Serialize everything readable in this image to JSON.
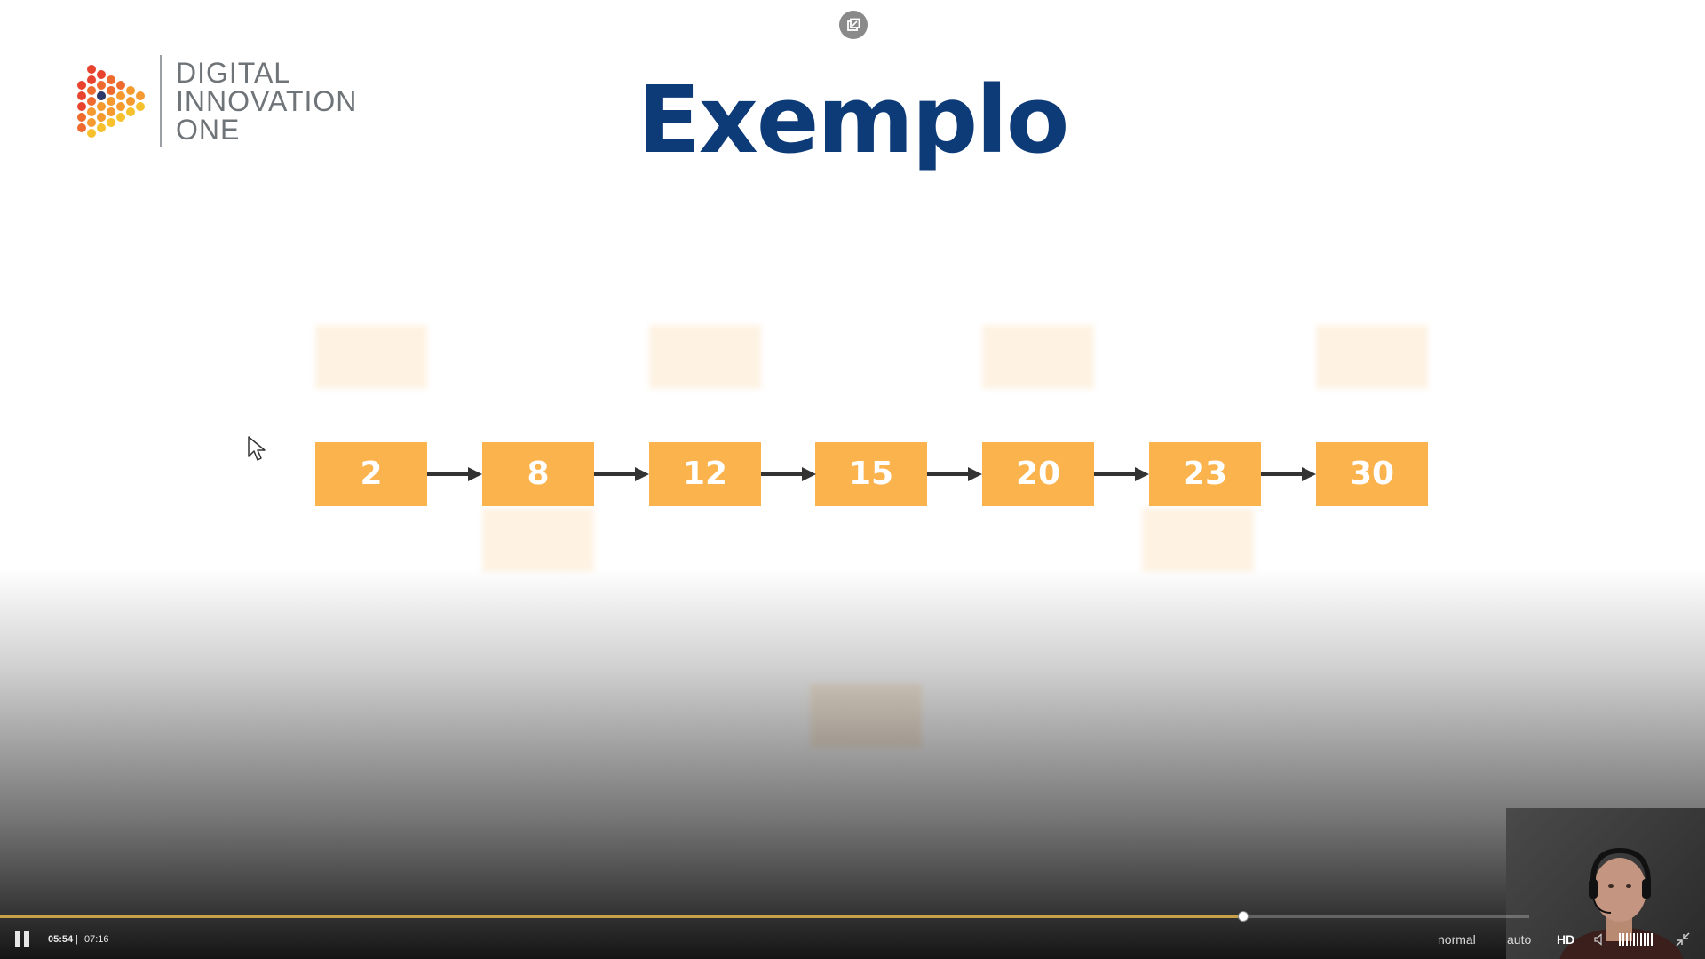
{
  "slide": {
    "logo": {
      "line1": "DIGITAL",
      "line2": "INNOVATION",
      "line3": "ONE"
    },
    "title": "Exemplo",
    "nodes": [
      "2",
      "8",
      "12",
      "15",
      "20",
      "23",
      "30"
    ],
    "node_color": "#fbb34e",
    "title_color": "#0d3b78"
  },
  "player": {
    "current_time": "05:54",
    "separator": "|",
    "total_time": "07:16",
    "progress_fraction": 0.813,
    "speed_label": "normal",
    "quality_mode": "auto",
    "hd_label": "HD",
    "accent_color": "#c8a04a",
    "icons": {
      "popout": "popout-icon",
      "play_pause": "pause-icon",
      "volume": "volume-icon",
      "fullscreen": "exit-fullscreen-icon"
    }
  }
}
